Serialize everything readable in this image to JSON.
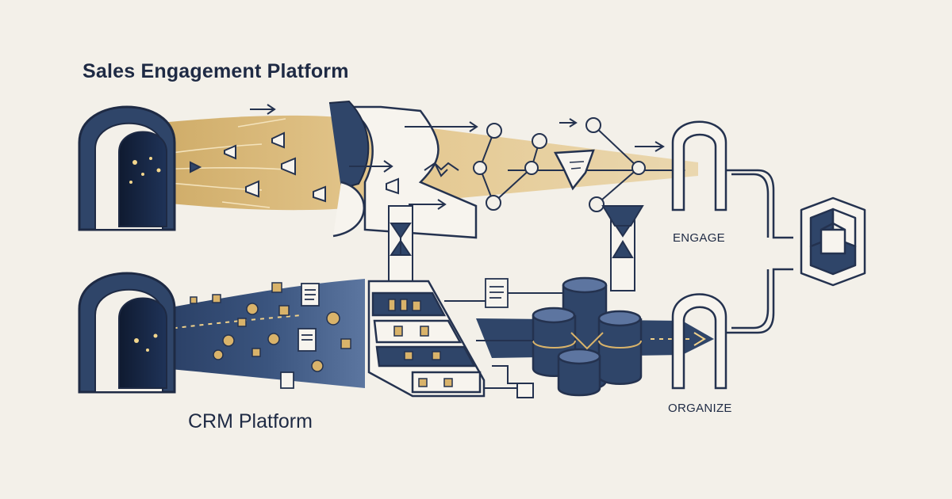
{
  "diagram": {
    "top_title": "Sales Engagement Platform",
    "bottom_title": "CRM Platform",
    "right_labels": {
      "engage": "ENGAGE",
      "organize": "ORGANIZE"
    }
  },
  "colors": {
    "background": "#f3f0e9",
    "navy": "#2f4569",
    "navy_dark": "#1e2a44",
    "gold": "#d9b36a",
    "gold_light": "#efd9a6",
    "stroke": "#24324f"
  },
  "icons": [
    "arch-gateway-icon",
    "megaphone-icon",
    "handshake-icon",
    "filter-funnel-icon",
    "gear-icon",
    "document-icon",
    "database-cylinder-icon",
    "shelving-unit-icon",
    "hourglass-connector-icon",
    "interlocking-knot-icon"
  ]
}
